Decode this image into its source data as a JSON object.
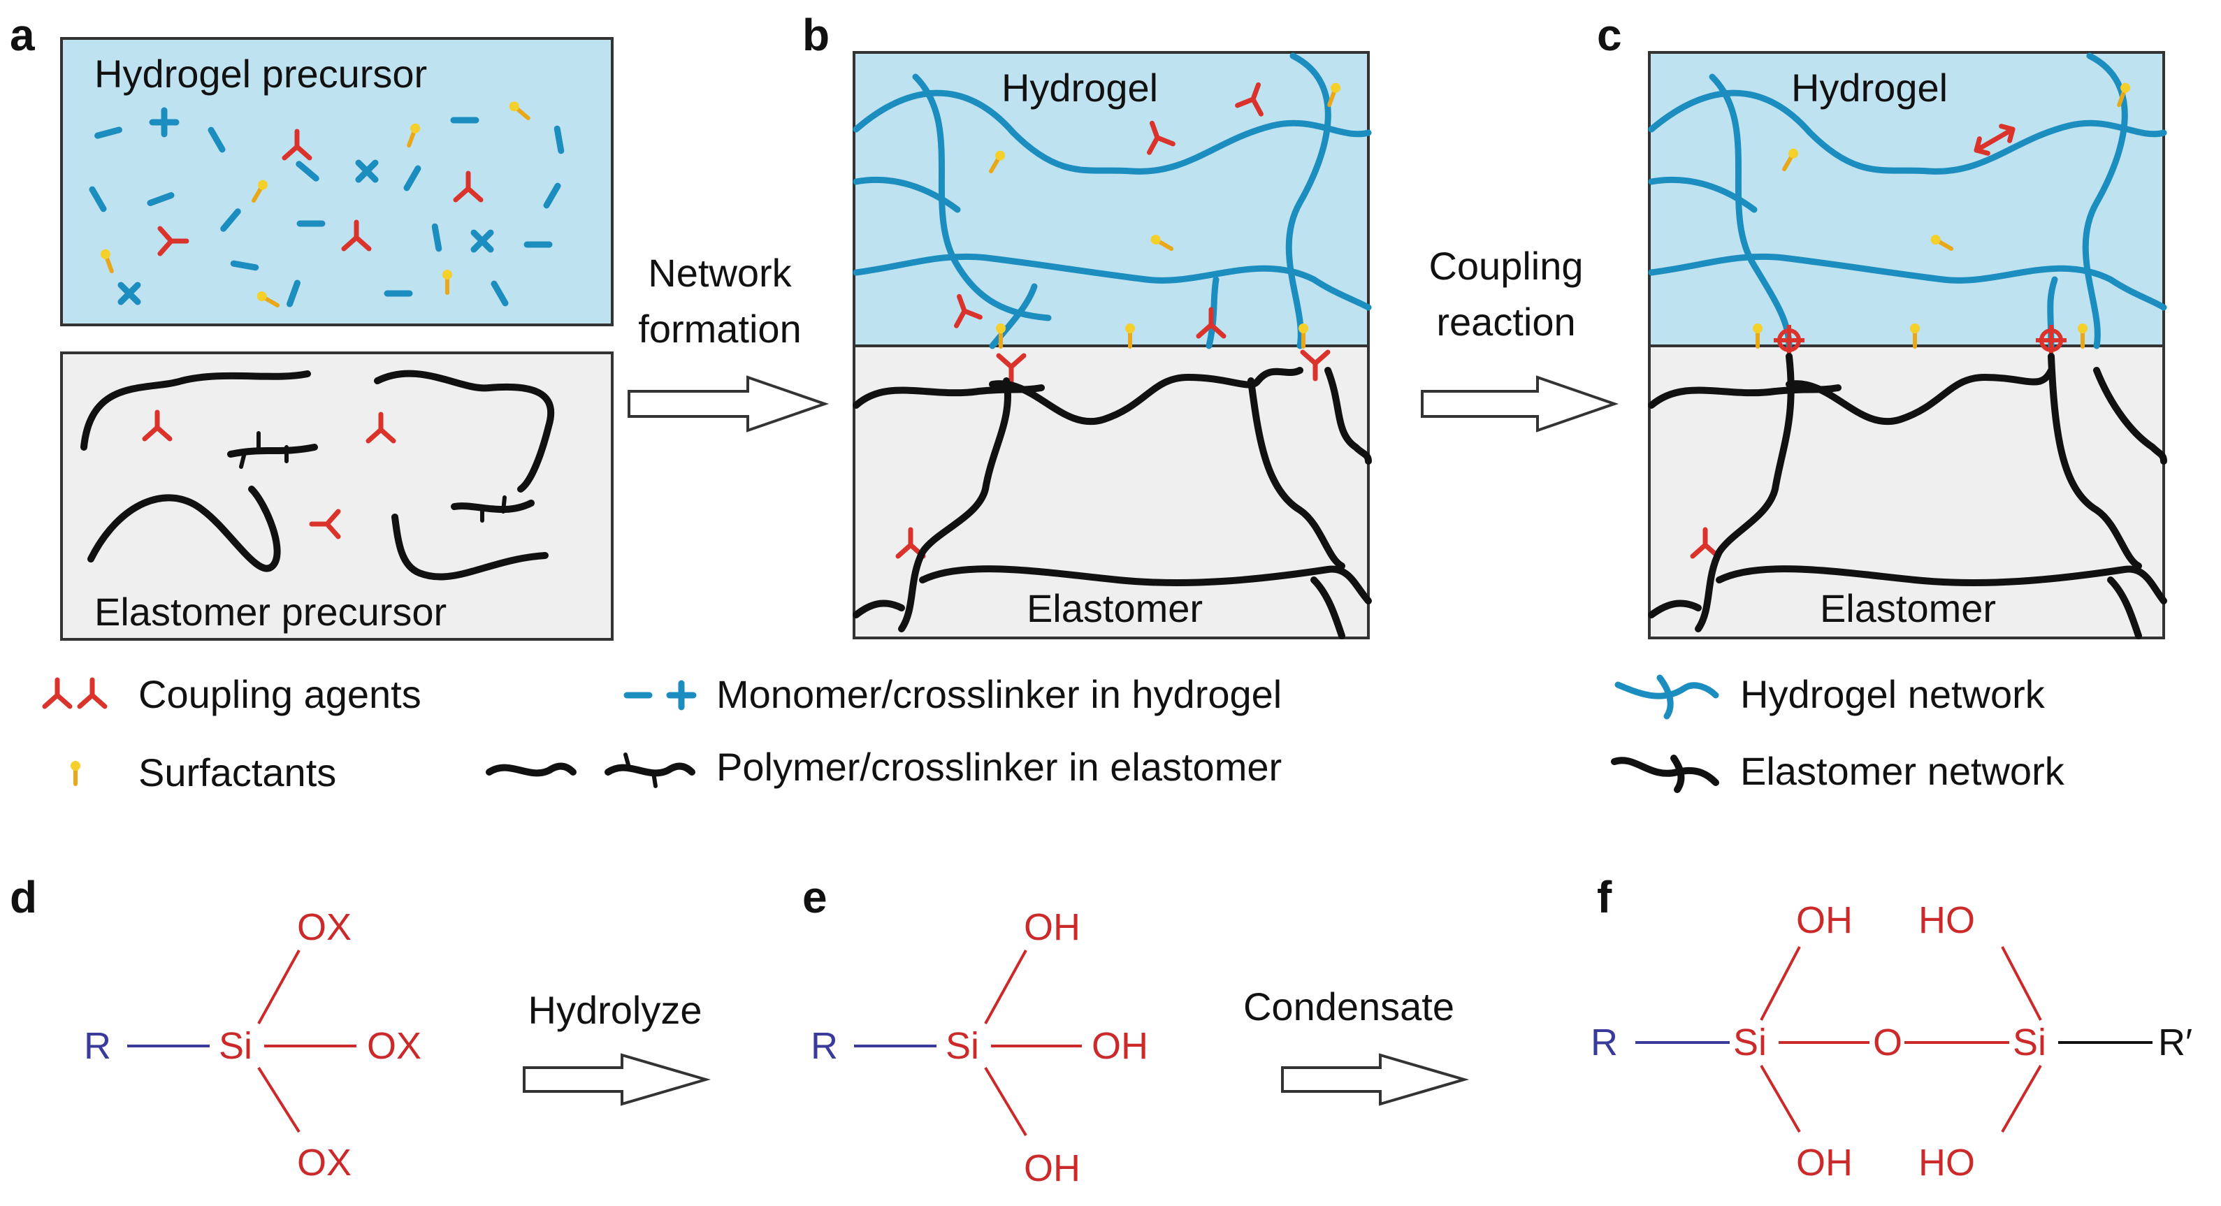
{
  "colors": {
    "hydrogel_bg": "#bfe2f0",
    "elastomer_bg": "#efefef",
    "hydrogel_network": "#1c8dbf",
    "elastomer_network": "#111111",
    "coupling_agent": "#d9332c",
    "surfactant": "#f0c419",
    "chem_red": "#cc2a2a",
    "chem_blue": "#3a3a9a"
  },
  "panels": {
    "a": {
      "letter": "a",
      "top_label": "Hydrogel precursor",
      "bottom_label": "Elastomer precursor"
    },
    "b": {
      "letter": "b",
      "top_label": "Hydrogel",
      "bottom_label": "Elastomer"
    },
    "c": {
      "letter": "c",
      "top_label": "Hydrogel",
      "bottom_label": "Elastomer"
    },
    "d": {
      "letter": "d"
    },
    "e": {
      "letter": "e"
    },
    "f": {
      "letter": "f"
    }
  },
  "arrows": {
    "network_formation": [
      "Network",
      "formation"
    ],
    "coupling_reaction": [
      "Coupling",
      "reaction"
    ],
    "hydrolyze": "Hydrolyze",
    "condensate": "Condensate"
  },
  "legend": {
    "coupling_agents": "Coupling agents",
    "surfactants": "Surfactants",
    "monomer_crosslinker": "Monomer/crosslinker in hydrogel",
    "polymer_crosslinker": "Polymer/crosslinker in elastomer",
    "hydrogel_network": "Hydrogel network",
    "elastomer_network": "Elastomer network",
    "icons": [
      "coupling-agent-icon",
      "surfactant-icon",
      "monomer-icon",
      "crosslinker-icon",
      "polymer-icon",
      "hydrogel-network-icon",
      "elastomer-network-icon"
    ]
  },
  "chem": {
    "d": {
      "R": "R",
      "Si": "Si",
      "top": "OX",
      "right": "OX",
      "bottom": "OX"
    },
    "e": {
      "R": "R",
      "Si": "Si",
      "top": "OH",
      "right": "OH",
      "bottom": "OH"
    },
    "f": {
      "R": "R",
      "Si1": "Si",
      "O": "O",
      "Si2": "Si",
      "R2": "R′",
      "top1": "OH",
      "top2": "HO",
      "bottom1": "OH",
      "bottom2": "HO"
    }
  }
}
